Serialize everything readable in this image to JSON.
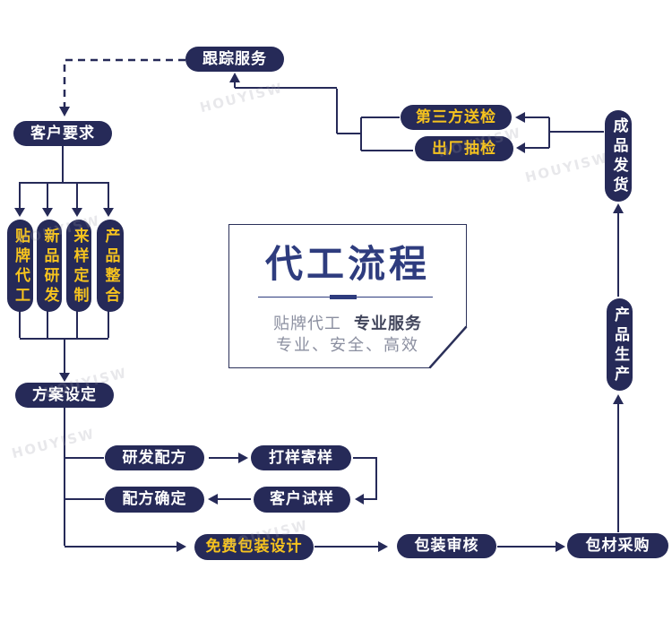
{
  "title_panel": {
    "title": "代工流程",
    "sub1_left": "贴牌代工",
    "sub1_right": "专业服务",
    "sub2": "专业、安全、高效"
  },
  "nodes": {
    "tracking": "跟踪服务",
    "customer_req": "客户要求",
    "oem": "贴牌代工",
    "new_rd": "新品研发",
    "sample_custom": "来样定制",
    "integration": "产品整合",
    "plan": "方案设定",
    "rd_formula": "研发配方",
    "sample_send": "打样寄样",
    "formula_confirm": "配方确定",
    "customer_trial": "客户试样",
    "free_package": "免费包装设计",
    "package_review": "包装审核",
    "package_purchase": "包材采购",
    "production": "产品生产",
    "shipping": "成品发货",
    "third_party": "第三方送检",
    "factory_check": "出厂抽检"
  },
  "colors": {
    "navy": "#262a58",
    "gold": "#f6c31e",
    "title_blue": "#2e3c7e",
    "subtitle_gray": "#8b8fa0",
    "subtitle_dark": "#42465c"
  },
  "watermark": "HOUYISW"
}
